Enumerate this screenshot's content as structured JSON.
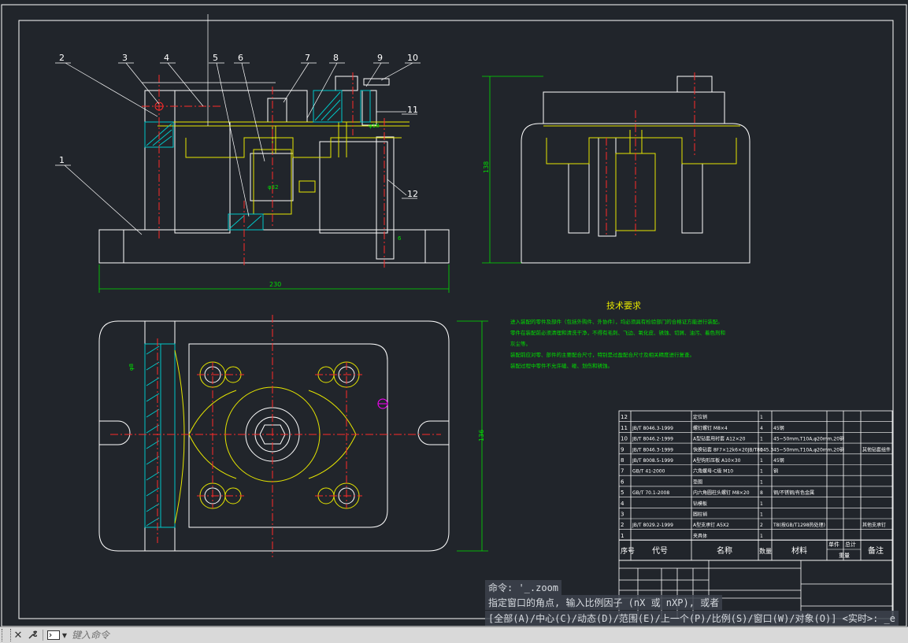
{
  "drawing": {
    "part_numbers": [
      "1",
      "2",
      "3",
      "4",
      "5",
      "6",
      "7",
      "8",
      "9",
      "10",
      "11",
      "12"
    ],
    "dim_front_width": "230",
    "dim_side_height": "138",
    "dim_top_height": "136",
    "dim_phi1": "φ18",
    "dim_phi2": "φ32",
    "dim_phi3": "φ8",
    "dim_6": "6",
    "tech_title": "技术要求",
    "tech_lines": [
      "进入装配的零件及部件（包括外购件、外协件），均必须具有检验部门的合格证方能进行装配。",
      "零件在装配前必须清理和清洗干净，不得有毛刺、飞边、氧化皮、锈蚀、切屑、油污、着色剂和",
      "灰尘等。",
      "装配前应对零、部件的主要配合尺寸，特别是过盈配合尺寸及相关精度进行复查。",
      "装配过程中零件不允许磕、碰、划伤和锈蚀。"
    ],
    "bom_rows": [
      [
        "12",
        "",
        "定位销",
        "1",
        "",
        ""
      ],
      [
        "11",
        "JB/T 8046.3-1999",
        "螺钉螺钉 M8×4",
        "4",
        "45钢",
        ""
      ],
      [
        "10",
        "JB/T 8046.2-1999",
        "A型钻套用衬套 A12×20",
        "1",
        "45~50mm,T10A,φ20mm,20钢",
        ""
      ],
      [
        "9",
        "JB/T 8046.3-1999",
        "快换钻套 8F7×12k6×20JB/T8045.3",
        "1",
        "45~50mm,T10A,φ20mm,20钢",
        "",
        "其他钻套组件"
      ],
      [
        "8",
        "JB/T 8008.5-1999",
        "A型钩形压板 A10×30",
        "1",
        "45钢",
        ""
      ],
      [
        "7",
        "GB/T 41-2000",
        "六角螺母-C级 M10",
        "1",
        "钢",
        ""
      ],
      [
        "6",
        "",
        "垫圈",
        "1",
        "",
        ""
      ],
      [
        "5",
        "GB/T 70.1-2008",
        "内六角圆柱头螺钉 M8×20",
        "8",
        "钢/不锈钢/有色金属",
        ""
      ],
      [
        "4",
        "",
        "钻模板",
        "1",
        "",
        ""
      ],
      [
        "3",
        "",
        "圆柱销",
        "1",
        "",
        ""
      ],
      [
        "2",
        "JB/T 8029.2-1999",
        "A型支承钉 A5X2",
        "2",
        "T8(按GB/T1298热处理)",
        "",
        "其他支承钉"
      ],
      [
        "1",
        "",
        "夹具体",
        "1",
        "",
        ""
      ]
    ],
    "bom_header": {
      "seq": "序号",
      "code": "代号",
      "name": "名称",
      "qty": "数量",
      "material": "材料",
      "unit": "单件",
      "total": "总计",
      "weight": "重量",
      "remark": "备注"
    }
  },
  "command": {
    "history1": "命令: '_.zoom",
    "history2": "指定窗口的角点, 输入比例因子 (nX 或 nXP), 或者",
    "history3": "[全部(A)/中心(C)/动态(D)/范围(E)/上一个(P)/比例(S)/窗口(W)/对象(O)] <实时>: _e",
    "placeholder": "键入命令"
  },
  "colors": {
    "background": "#21252b",
    "outline": "#ffffff",
    "yellow": "#e6e600",
    "center": "#ff2a2a",
    "dimension": "#00e000",
    "hatch": "#00c8c8",
    "magenta": "#ff00ff"
  },
  "icons": {
    "close": "close-icon",
    "customize": "wrench-icon",
    "command_prompt": "command-prompt-icon"
  }
}
